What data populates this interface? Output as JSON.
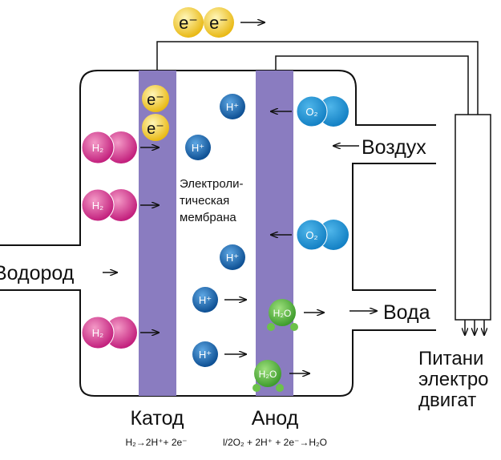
{
  "electrons_top": {
    "symbol": "e⁻"
  },
  "electrons_cell": {
    "symbol": "e⁻"
  },
  "labels": {
    "hydrogen_inlet": "Водород",
    "air_inlet": "Воздух",
    "water_outlet": "Вода",
    "membrane_line1": "Электроли-",
    "membrane_line2": "тическая",
    "membrane_line3": "мембрана",
    "load_line1": "Питани",
    "load_line2": "электро",
    "load_line3": "двигат",
    "cathode": "Катод",
    "anode": "Анод",
    "cathode_reaction": "H₂→2H⁺+ 2e⁻",
    "anode_reaction": "l/2O₂ + 2H⁺ + 2e⁻→H₂O"
  },
  "molecules": {
    "h2": "H₂",
    "h_ion": "H⁺",
    "o2": "O₂",
    "h2o": "H₂O"
  },
  "colors": {
    "electrode": "#8a7cc0",
    "electron": "#f3cb2a",
    "hydrogen": "#d5388f",
    "proton": "#1c6fb8",
    "oxygen": "#1b93d6",
    "water": "#5cb53b"
  }
}
